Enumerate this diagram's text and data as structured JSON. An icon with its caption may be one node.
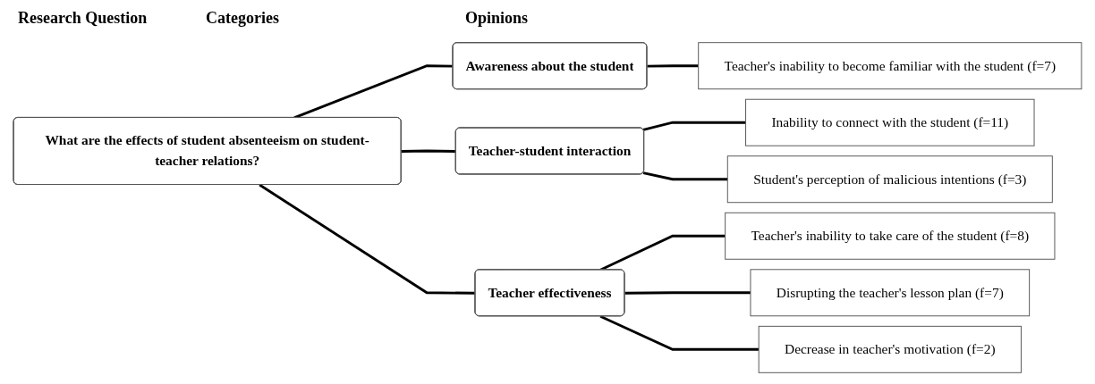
{
  "diagram": {
    "nodes": [
      {
        "text": [
          "What are the effects of student absenteeism on student-teacher relations?"
        ]
      },
      {
        "text": [
          "Awareness about the student"
        ]
      },
      {
        "text": [
          "Teacher-student interaction"
        ]
      },
      {
        "text": [
          "Teacher effectiveness"
        ]
      },
      {
        "text": [
          "Teacher's inability to become familiar with the student (f=7)"
        ]
      },
      {
        "text": [
          "Inability to connect with the student (f=11)"
        ]
      },
      {
        "text": [
          "Student's perception of malicious intentions (f=3)"
        ]
      },
      {
        "text": [
          "Teacher's inability to take care of the student (f=8)"
        ]
      },
      {
        "text": [
          "Disrupting the teacher's lesson plan (f=7)"
        ]
      },
      {
        "text": [
          "Decrease in teacher's motivation (f=2)"
        ]
      }
    ],
    "edges": [
      {
        "from": 0,
        "to": 1,
        "arrow": "none"
      },
      {
        "from": 0,
        "to": 2,
        "arrow": "none"
      },
      {
        "from": 0,
        "to": 3,
        "arrow": "none"
      },
      {
        "from": 1,
        "to": 4,
        "arrow": "none"
      },
      {
        "from": 2,
        "to": 5,
        "arrow": "none"
      },
      {
        "from": 2,
        "to": 6,
        "arrow": "none"
      },
      {
        "from": 3,
        "to": 7,
        "arrow": "none"
      },
      {
        "from": 3,
        "to": 8,
        "arrow": "none"
      },
      {
        "from": 3,
        "to": 9,
        "arrow": "none"
      }
    ],
    "labels": [
      "Research Question",
      "Categories",
      "Opinions"
    ]
  }
}
